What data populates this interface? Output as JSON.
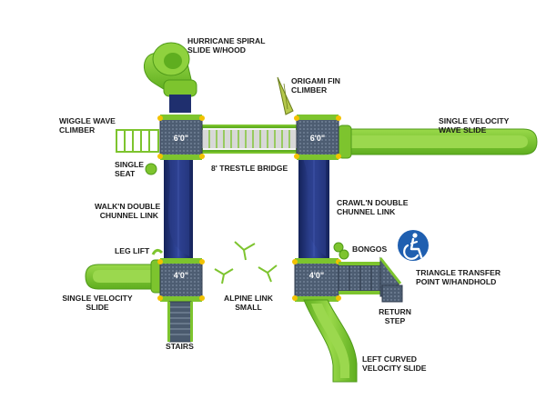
{
  "labels": {
    "hurricane_slide": [
      "HURRICANE SPIRAL",
      "SLIDE W/HOOD"
    ],
    "origami_fin": [
      "ORIGAMI FIN",
      "CLIMBER"
    ],
    "wiggle_wave": [
      "WIGGLE WAVE",
      "CLIMBER"
    ],
    "single_velocity_wave": [
      "SINGLE VELOCITY",
      "WAVE SLIDE"
    ],
    "single_seat": [
      "SINGLE",
      "SEAT"
    ],
    "trestle_bridge": "8' TRESTLE BRIDGE",
    "walk_n_double": [
      "WALK'N DOUBLE",
      "CHUNNEL LINK"
    ],
    "crawl_n_double": [
      "CRAWL'N DOUBLE",
      "CHUNNEL LINK"
    ],
    "leg_lift": "LEG LIFT",
    "bongos": "BONGOS",
    "triangle_transfer": [
      "TRIANGLE TRANSFER",
      "POINT W/HANDHOLD"
    ],
    "single_velocity_slide": [
      "SINGLE VELOCITY",
      "SLIDE"
    ],
    "alpine_link": [
      "ALPINE LINK",
      "SMALL"
    ],
    "return_step": [
      "RETURN",
      "STEP"
    ],
    "stairs": "STAIRS",
    "left_curved": [
      "LEFT CURVED",
      "VELOCITY SLIDE"
    ]
  },
  "decks": {
    "top_left": "6'0\"",
    "top_right": "6'0\"",
    "bottom_left": "4'0\"",
    "bottom_right": "4'0\""
  },
  "colors": {
    "green": "#7dc42e",
    "green_dark": "#4f9a19",
    "navy": "#1f2f6e",
    "deck": "#4a5a6e",
    "post": "#f2c200",
    "accessibility": "#1f5fb0"
  },
  "icons": {
    "accessibility": "wheelchair-accessibility-icon"
  }
}
